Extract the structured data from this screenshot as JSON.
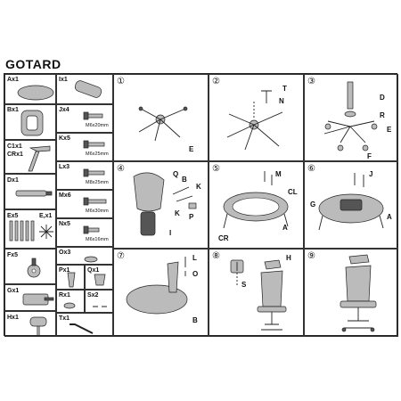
{
  "title": "GOTARD",
  "parts": {
    "A": "Ax1",
    "B": "Bx1",
    "C1": "C1x1",
    "CR": "CRx1",
    "D": "Dx1",
    "E": "Ex5",
    "E2": "E,x1",
    "F": "Fx5",
    "G": "Gx1",
    "H": "Hx1",
    "I": "Ix1",
    "J": "Jx4",
    "K": "Kx5",
    "L": "Lx3",
    "M": "Mx6",
    "N": "Nx5",
    "O": "Ox3",
    "P": "Px1",
    "Q": "Qx1",
    "R": "Rx1",
    "S": "Sx2",
    "T": "Tx1"
  },
  "sizes": {
    "J": "M6x20mm",
    "K": "M6x25mm",
    "L": "M8x25mm",
    "M": "M6x30mm",
    "N": "M6x16mm"
  },
  "steps": [
    "①",
    "②",
    "③",
    "④",
    "⑤",
    "⑥",
    "⑦",
    "⑧",
    "⑨"
  ],
  "callouts": {
    "s1": [
      "E"
    ],
    "s2": [
      "T",
      "N"
    ],
    "s3": [
      "D",
      "R",
      "E",
      "F"
    ],
    "s4": [
      "Q",
      "B",
      "K",
      "K",
      "P",
      "I"
    ],
    "s5": [
      "M",
      "CL",
      "CR",
      "A"
    ],
    "s6": [
      "J",
      "G",
      "A"
    ],
    "s7": [
      "L",
      "O",
      "B"
    ],
    "s8": [
      "H",
      "S"
    ],
    "s9": []
  }
}
